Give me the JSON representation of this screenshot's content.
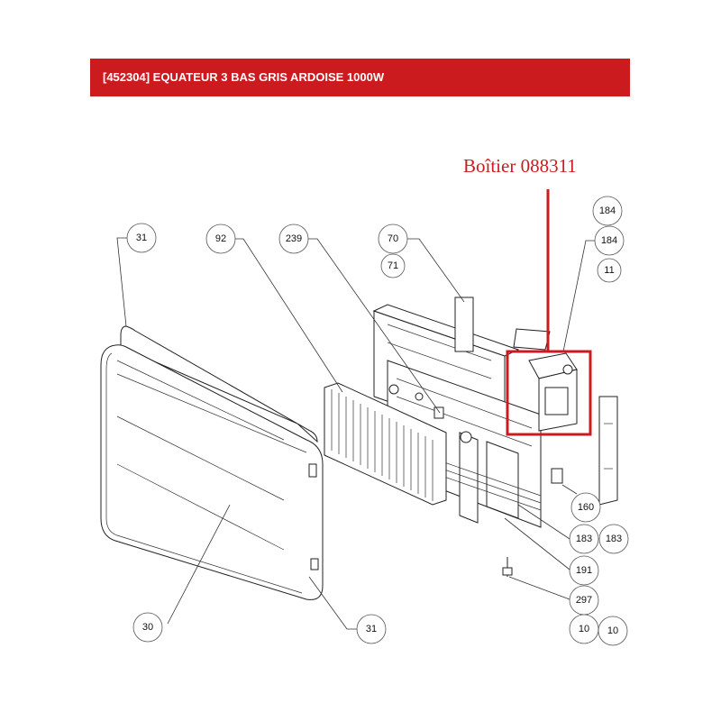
{
  "header": {
    "title": "[452304] EQUATEUR 3 BAS GRIS ARDOISE 1000W"
  },
  "callout": {
    "label": "Boîtier 088311",
    "color": "#cc1b1f"
  },
  "colors": {
    "brand_red": "#cc1b1f"
  },
  "part_numbers": {
    "p184a": "184",
    "p184b": "184",
    "p11": "11",
    "p31_top": "31",
    "p92": "92",
    "p239": "239",
    "p70": "70",
    "p71": "71",
    "p160": "160",
    "p183a": "183",
    "p183b": "183",
    "p191": "191",
    "p297": "297",
    "p10a": "10",
    "p10b": "10",
    "p30": "30",
    "p31_bottom": "31"
  }
}
